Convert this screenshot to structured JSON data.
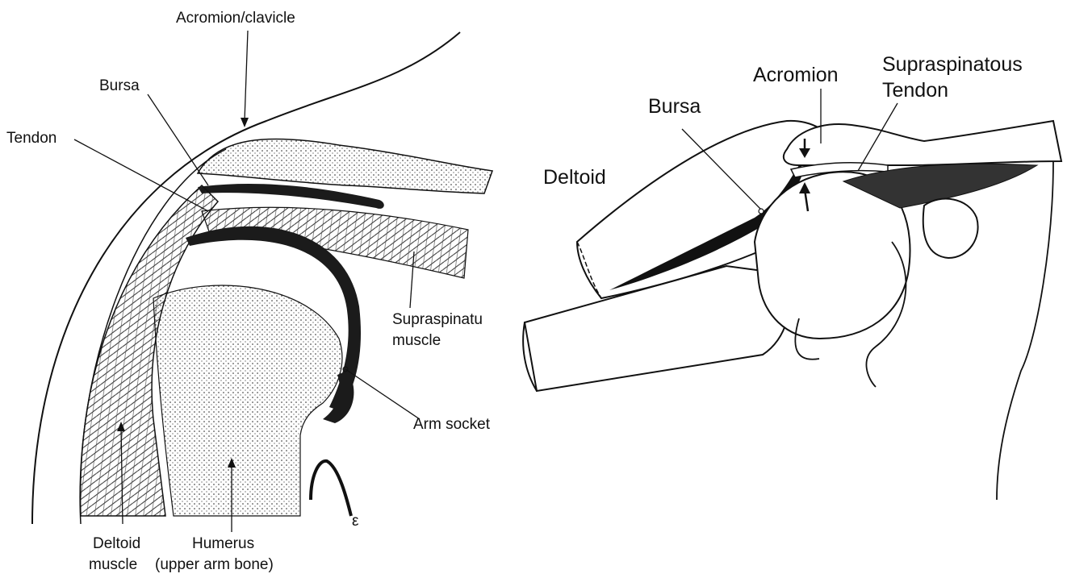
{
  "left_diagram": {
    "labels": {
      "acromion_clavicle": "Acromion/clavicle",
      "bursa": "Bursa",
      "tendon": "Tendon",
      "supraspinatus_line1": "Supraspinatu",
      "supraspinatus_line2": "muscle",
      "arm_socket": "Arm socket",
      "deltoid_line1": "Deltoid",
      "deltoid_line2": "muscle",
      "humerus_line1": "Humerus",
      "humerus_line2": "(upper arm bone)",
      "corner_mark": "ε"
    }
  },
  "right_diagram": {
    "labels": {
      "acromion": "Acromion",
      "supraspinatous_line1": "Supraspinatous",
      "supraspinatous_line2": "Tendon",
      "bursa": "Bursa",
      "deltoid": "Deltoid"
    }
  }
}
